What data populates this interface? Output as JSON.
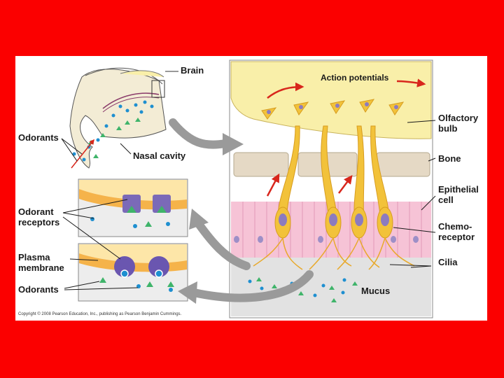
{
  "labels": {
    "brain": "Brain",
    "action_potentials": "Action potentials",
    "olfactory_bulb_1": "Olfactory",
    "olfactory_bulb_2": "bulb",
    "odorants_top": "Odorants",
    "nasal_cavity": "Nasal cavity",
    "bone": "Bone",
    "epithelial_1": "Epithelial",
    "epithelial_2": "cell",
    "odorant_receptors_1": "Odorant",
    "odorant_receptors_2": "receptors",
    "chemo_1": "Chemo-",
    "chemo_2": "receptor",
    "plasma_1": "Plasma",
    "plasma_2": "membrane",
    "cilia": "Cilia",
    "odorants_bottom": "Odorants",
    "mucus": "Mucus"
  },
  "copyright": "Copyright © 2008 Pearson Education, Inc., publishing as Pearson Benjamin Cummings.",
  "colors": {
    "background": "#fb0000",
    "bulb": "#f9efa9",
    "neuron": "#f2c23a",
    "bone": "#e5d9c5",
    "epithelium": "#f6c3d6",
    "membrane": "#f5b34a",
    "receptor": "#7b6ab8",
    "odorant_circle": "#1e8fd0",
    "odorant_triangle": "#3fb46a",
    "arrow": "#9a9a9a",
    "action_arrow": "#d8261c"
  }
}
